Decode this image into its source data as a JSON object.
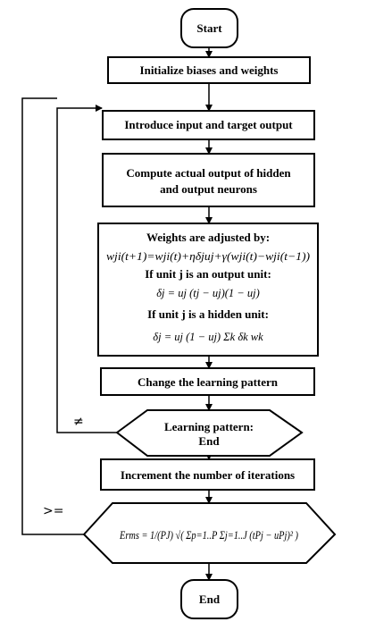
{
  "nodes": {
    "start": "Start",
    "init": "Initialize biases and weights",
    "introduce": "Introduce input and target output",
    "compute_line1": "Compute actual output of hidden",
    "compute_line2": "and output neurons",
    "weights_title": "Weights are adjusted by:",
    "weights_eq": "wji(t+1)=wji(t)+ηδjuj+γ(wji(t)−wji(t−1))",
    "output_unit_label": "If unit j is an output unit:",
    "output_unit_eq": "δj = uj (tj − uj)(1 − uj)",
    "hidden_unit_label": "If unit j is a hidden unit:",
    "hidden_unit_eq": "δj = uj (1 − uj) Σk δk wk",
    "change_pattern": "Change the learning pattern",
    "decision_line1": "Learning pattern:",
    "decision_line2": "End",
    "increment": "Increment the number of iterations",
    "erms_eq": "Erms = 1/(PJ) √( Σp=1..P Σj=1..J (tPj − uPj)² )",
    "end": "End"
  },
  "edge_labels": {
    "not_equal": "≠",
    "greater_equal": ">="
  }
}
